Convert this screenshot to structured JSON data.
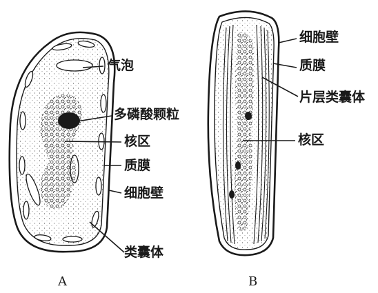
{
  "panel_a": {
    "letter": "A",
    "labels": {
      "gas_vesicle": "气泡",
      "polyphosphate": "多磷酸颗粒",
      "nuclear_region": "核区",
      "membrane": "质膜",
      "cell_wall": "细胞壁",
      "thylakoid": "类囊体"
    }
  },
  "panel_b": {
    "letter": "B",
    "labels": {
      "cell_wall": "细胞壁",
      "membrane": "质膜",
      "lamellar_thylakoid": "片层类囊体",
      "nuclear_region": "核区"
    }
  },
  "colors": {
    "ink": "#1a1a1a",
    "fill": "#f4f1ea"
  }
}
